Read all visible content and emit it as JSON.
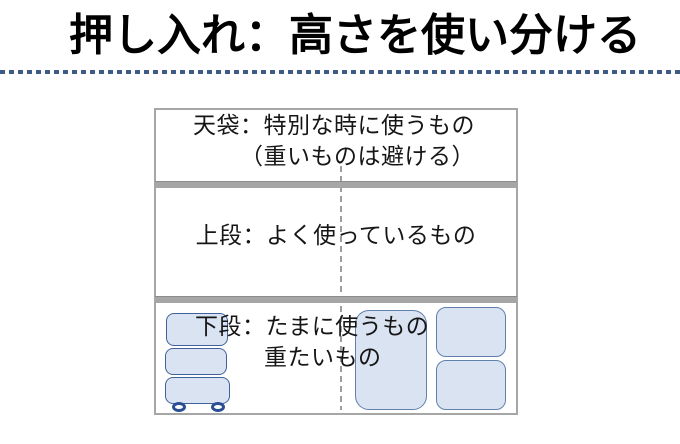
{
  "page": {
    "title": "押し入れ：高さを使い分ける",
    "background_color": "#ffffff",
    "title_color": "#000000"
  },
  "title_underline": {
    "style": "dotted",
    "color": "#3d5b85"
  },
  "closet": {
    "frame_color": "#a6a6a6",
    "center_divider_color": "#9e9e9e",
    "sections": [
      {
        "id": "tenbukuro",
        "line1": "天袋：特別な時に使うもの",
        "line2": "（重いものは避ける）"
      },
      {
        "id": "joudan",
        "line1": "上段：よく使っているもの"
      },
      {
        "id": "gedan",
        "line1": "下段：たまに使うもの",
        "line2": "重たいもの"
      }
    ],
    "illustrations": {
      "drawer_cart": {
        "name": "rolling-drawer-cart",
        "drawer_count": 3,
        "fill": "#dae3f1",
        "border": "#41619a",
        "wheel_color": "#2a4f92"
      },
      "storage_boxes": {
        "name": "storage-boxes",
        "count": 3,
        "fill": "#dae3f1",
        "border": "#6181ac"
      }
    }
  }
}
